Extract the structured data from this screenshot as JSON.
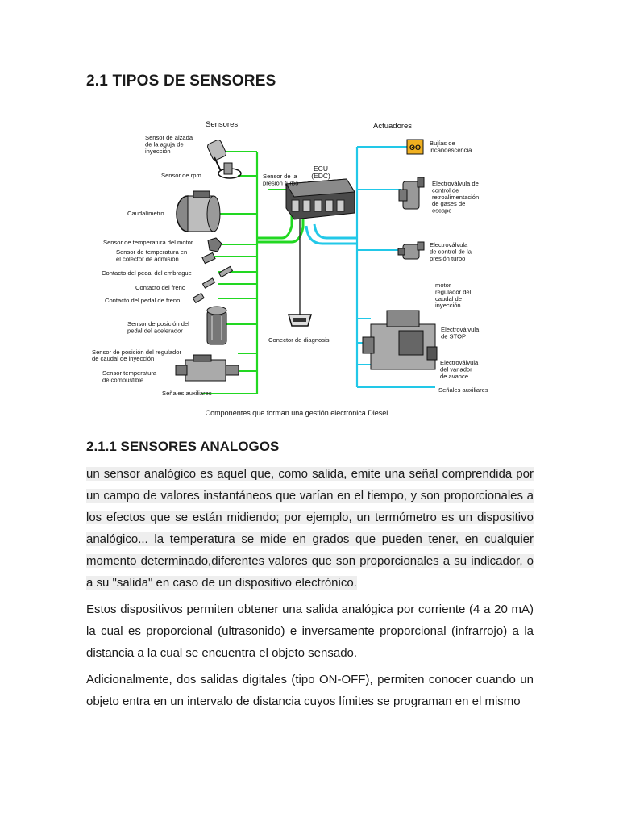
{
  "heading_1": "2.1 TIPOS DE SENSORES",
  "diagram": {
    "sensors_title": "Sensores",
    "actuators_title": "Actuadores",
    "ecu_label": [
      "ECU",
      "(EDC)"
    ],
    "turbo_sensor_label": [
      "Sensor de la",
      "presión turbo"
    ],
    "sensors": [
      [
        "Sensor de alzada",
        "de la aguja de",
        "inyección"
      ],
      [
        "Sensor de rpm"
      ],
      [
        "Caudalímetro"
      ],
      [
        "Sensor de temperatura del motor"
      ],
      [
        "Sensor de temperatura en",
        "el colector de admisión"
      ],
      [
        "Contacto del pedal del embrague"
      ],
      [
        "Contacto del freno"
      ],
      [
        "Contacto del pedal de freno"
      ],
      [
        "Sensor de posición del",
        "pedal del acelerador"
      ],
      [
        "Sensor de posición del regulador",
        "de caudal de inyección"
      ],
      [
        "Sensor temperatura",
        "de combustible"
      ],
      [
        "Señales auxiliares"
      ]
    ],
    "actuators": [
      [
        "Bujías de",
        "incandescencia"
      ],
      [
        "Electroválvula de",
        "control de",
        "retroalimentación",
        "de gases de",
        "escape"
      ],
      [
        "Electroválvula",
        "de control de la",
        "presión turbo"
      ],
      [
        "motor",
        "regulador del",
        "caudal de",
        "inyección"
      ],
      [
        "Electroválvula",
        "de STOP"
      ],
      [
        "Electroválvula",
        "del variador",
        "de avance"
      ],
      [
        "Señales auxiliares"
      ]
    ],
    "diagnosis_label": "Conector de diagnosis",
    "caption": "Componentes que forman una gestión electrónica Diesel",
    "colors": {
      "sensor_lines": "#22d822",
      "actuator_lines": "#22c8e8",
      "bujias": "#f0b020"
    }
  },
  "heading_2": "2.1.1 SENSORES ANALOGOS",
  "paragraph_1_lines": [
    "un sensor analógico es aquel que, como salida, emite una señal comprendida por",
    "un campo de valores instantáneos que varían en el tiempo, y son proporcionales a",
    "los efectos que se están midiendo; por ejemplo, un termómetro es un dispositivo",
    "analógico... la temperatura se mide en grados que pueden tener, en cualquier",
    "momento determinado,diferentes valores que son proporcionales a su indicador, o",
    "a su \"salida\" en caso de un dispositivo electrónico."
  ],
  "paragraph_2": "Estos dispositivos permiten obtener una salida analógica por corriente (4 a 20 mA) la cual es proporcional (ultrasonido) e inversamente proporcional (infrarrojo) a la distancia a la cual se encuentra el objeto sensado.",
  "paragraph_3": "Adicionalmente, dos salidas digitales (tipo ON-OFF), permiten conocer cuando un objeto entra en un intervalo de distancia cuyos límites se programan en el mismo"
}
